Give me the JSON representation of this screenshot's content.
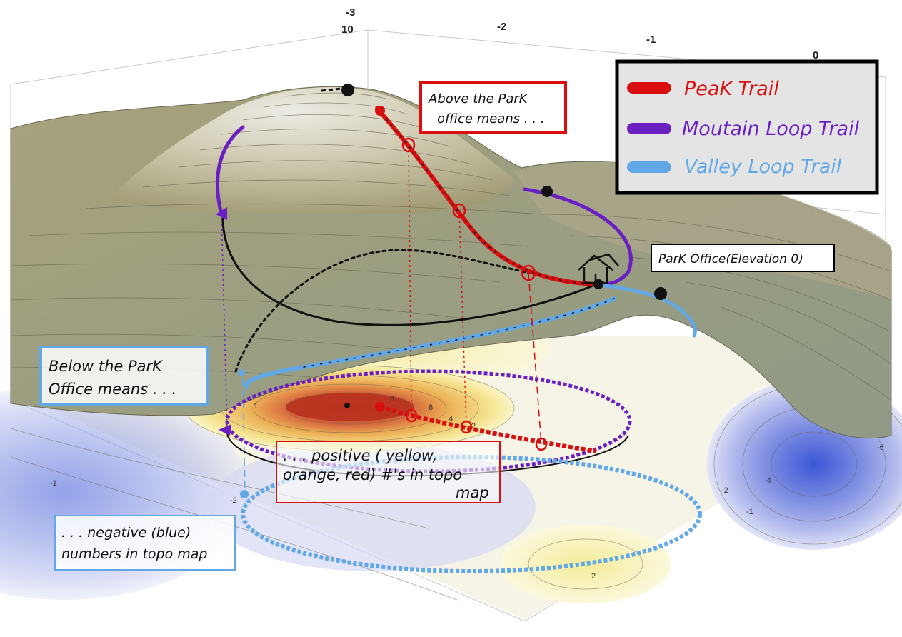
{
  "axis_ticks": [
    "-3",
    "-2",
    "-1",
    "0",
    "10"
  ],
  "legend": {
    "items": [
      {
        "label": "PeaK Trail",
        "color": "#d90f0f"
      },
      {
        "label": "Moutain Loop Trail",
        "color": "#6a1fc2"
      },
      {
        "label": "Valley Loop Trail",
        "color": "#62a8e6"
      }
    ]
  },
  "annotations": {
    "above": {
      "line1": "Above the ParK",
      "line2": "office means . . ."
    },
    "below": {
      "line1": "Below the ParK",
      "line2": "Office means . . ."
    },
    "office": {
      "text": "ParK Office(Elevation 0)"
    },
    "positive": {
      "line1": ". . . positive ( yellow,",
      "line2": "orange, red) #'s in topo",
      "line3": "map"
    },
    "negative": {
      "line1": ". . . negative (blue)",
      "line2": "numbers in topo map"
    }
  },
  "contour_numbers": [
    "8",
    "6",
    "4",
    "2",
    "1",
    "-1",
    "-2",
    "-4",
    "-6",
    "-1",
    "-2",
    "2"
  ],
  "colors": {
    "surface": "#b3ae86",
    "surface_light": "#e6e3d6",
    "peak_trail": "#d90f0f",
    "mountain_trail": "#6a1fc2",
    "valley_trail": "#62a8e6",
    "positive_yellow": "#f6eea0",
    "positive_orange": "#e9a04a",
    "positive_red": "#c2402c",
    "negative_blue": "#9aa6e8",
    "negative_deep": "#3f5bd8"
  }
}
